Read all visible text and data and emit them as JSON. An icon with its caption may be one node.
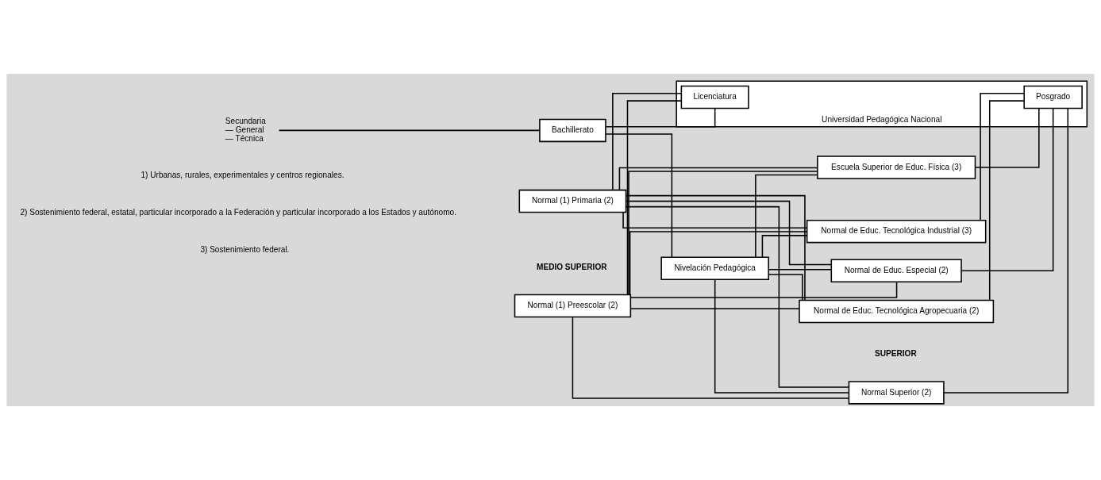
{
  "diagram": {
    "nodes": [
      {
        "text": [
          "Secundaria",
          "— General",
          "— Técnica"
        ]
      },
      {
        "text": [
          "Normal (1) Preescolar (2)"
        ]
      },
      {
        "text": [
          "Normal (1) Primaria (2)"
        ]
      },
      {
        "text": [
          "Bachillerato"
        ]
      },
      {
        "text": [
          "Nivelación Pedagógica"
        ]
      },
      {
        "text": [
          "Normal Superior (2)"
        ]
      },
      {
        "text": [
          "Normal de Educ. Especial (2)"
        ]
      },
      {
        "text": [
          "Escuela Superior de Educ. Física (3)"
        ]
      },
      {
        "text": [
          "Normal de Educ. Tecnológica Industrial (3)"
        ]
      },
      {
        "text": [
          "Normal de Educ. Tecnológica Agropecuaria (2)"
        ]
      },
      {
        "text": [
          "Universidad Pedagógica Nacional"
        ]
      },
      {
        "text": [
          "Licenciatura"
        ],
        "in": 10
      },
      {
        "text": [
          "Posgrado"
        ],
        "in": 10
      }
    ],
    "edges": [
      {
        "from": 0,
        "to": 3,
        "arrow": "none"
      },
      {
        "from": 1,
        "to": 11,
        "arrow": "none"
      },
      {
        "from": 2,
        "to": 11,
        "arrow": "none"
      },
      {
        "from": 3,
        "to": 11,
        "arrow": "none"
      },
      {
        "from": 3,
        "to": 4,
        "arrow": "none"
      },
      {
        "from": 1,
        "to": 5,
        "arrow": "none"
      },
      {
        "from": 1,
        "to": 6,
        "arrow": "none"
      },
      {
        "from": 1,
        "to": 7,
        "arrow": "none"
      },
      {
        "from": 1,
        "to": 8,
        "arrow": "none"
      },
      {
        "from": 1,
        "to": 9,
        "arrow": "none"
      },
      {
        "from": 2,
        "to": 5,
        "arrow": "none"
      },
      {
        "from": 2,
        "to": 6,
        "arrow": "none"
      },
      {
        "from": 2,
        "to": 7,
        "arrow": "none"
      },
      {
        "from": 2,
        "to": 8,
        "arrow": "none"
      },
      {
        "from": 2,
        "to": 9,
        "arrow": "none"
      },
      {
        "from": 4,
        "to": 5,
        "arrow": "none"
      },
      {
        "from": 4,
        "to": 6,
        "arrow": "none"
      },
      {
        "from": 4,
        "to": 7,
        "arrow": "none"
      },
      {
        "from": 4,
        "to": 8,
        "arrow": "none"
      },
      {
        "from": 4,
        "to": 9,
        "arrow": "none"
      },
      {
        "from": 5,
        "to": 12,
        "arrow": "none"
      },
      {
        "from": 6,
        "to": 12,
        "arrow": "none"
      },
      {
        "from": 7,
        "to": 12,
        "arrow": "none"
      },
      {
        "from": 8,
        "to": 12,
        "arrow": "none"
      },
      {
        "from": 9,
        "to": 12,
        "arrow": "none"
      }
    ],
    "labels": [
      "MEDIO SUPERIOR",
      "SUPERIOR",
      "1) Urbanas, rurales, experimentales y centros regionales.",
      "2) Sostenimiento federal, estatal, particular incorporado a la Federación y particular incorporado a los Estados y autónomo.",
      "3) Sostenimiento federal."
    ]
  }
}
